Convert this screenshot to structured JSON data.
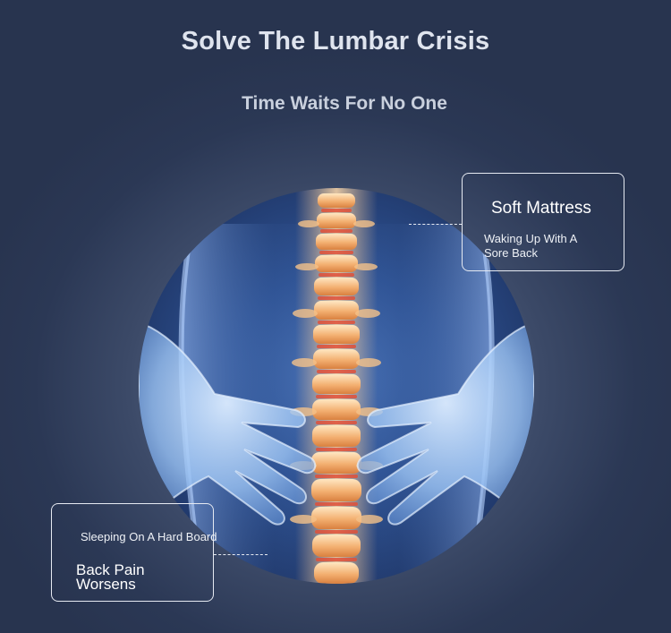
{
  "header": {
    "title": "Solve The Lumbar Crisis",
    "subtitle": "Time Waits For No One"
  },
  "visual": {
    "icon": "spine-xray-illustration"
  },
  "callouts": {
    "soft": {
      "title": "Soft Mattress",
      "text": "Waking Up With A Sore Back"
    },
    "hard": {
      "title": "Back Pain Worsens",
      "text": "Sleeping On A Hard Board"
    }
  },
  "colors": {
    "background": "#2b3855",
    "accent_spine": "#f0a060",
    "border": "#e6eaf2"
  }
}
